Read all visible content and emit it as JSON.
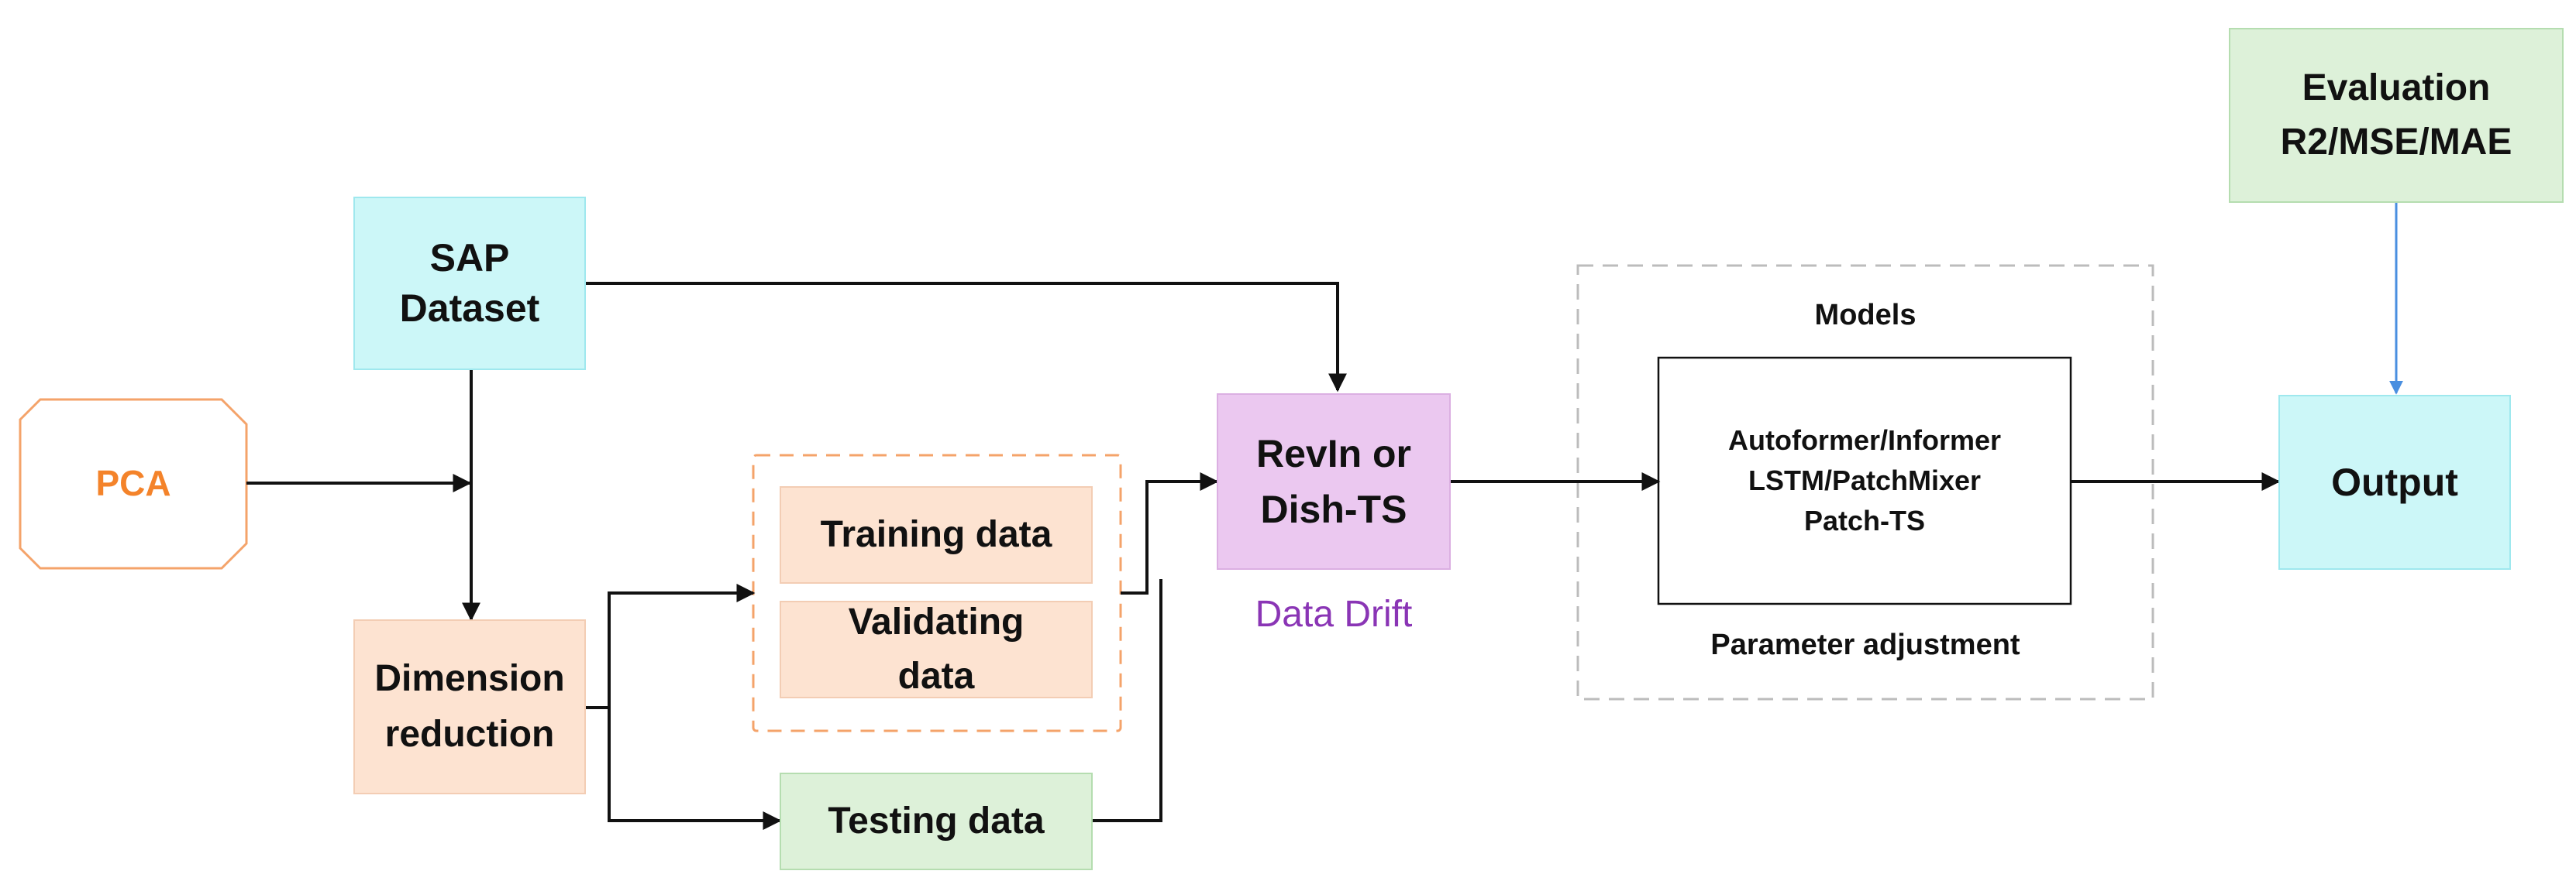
{
  "colors": {
    "pca_accent": "#f4832a",
    "cyan_box": "#ccf7f8",
    "peach_box": "#fde3d1",
    "green_box": "#ddf1d9",
    "lilac_box": "#ebc8f0",
    "drift_text": "#8a35b5",
    "eval_arrow": "#4a8fe0",
    "connector": "#111111",
    "dashed_border": "#bcbcbc"
  },
  "nodes": {
    "pca": "PCA",
    "sap": [
      "SAP",
      "Dataset"
    ],
    "dim": [
      "Dimension",
      "reduction"
    ],
    "training": "Training data",
    "validating": [
      "Validating",
      "data"
    ],
    "testing": "Testing data",
    "revin": [
      "RevIn or",
      "Dish-TS"
    ],
    "drift": "Data Drift",
    "models_title": "Models",
    "models": [
      "Autoformer/Informer",
      "LSTM/PatchMixer",
      "Patch-TS"
    ],
    "param": "Parameter adjustment",
    "output": "Output",
    "eval": [
      "Evaluation",
      "R2/MSE/MAE"
    ]
  }
}
